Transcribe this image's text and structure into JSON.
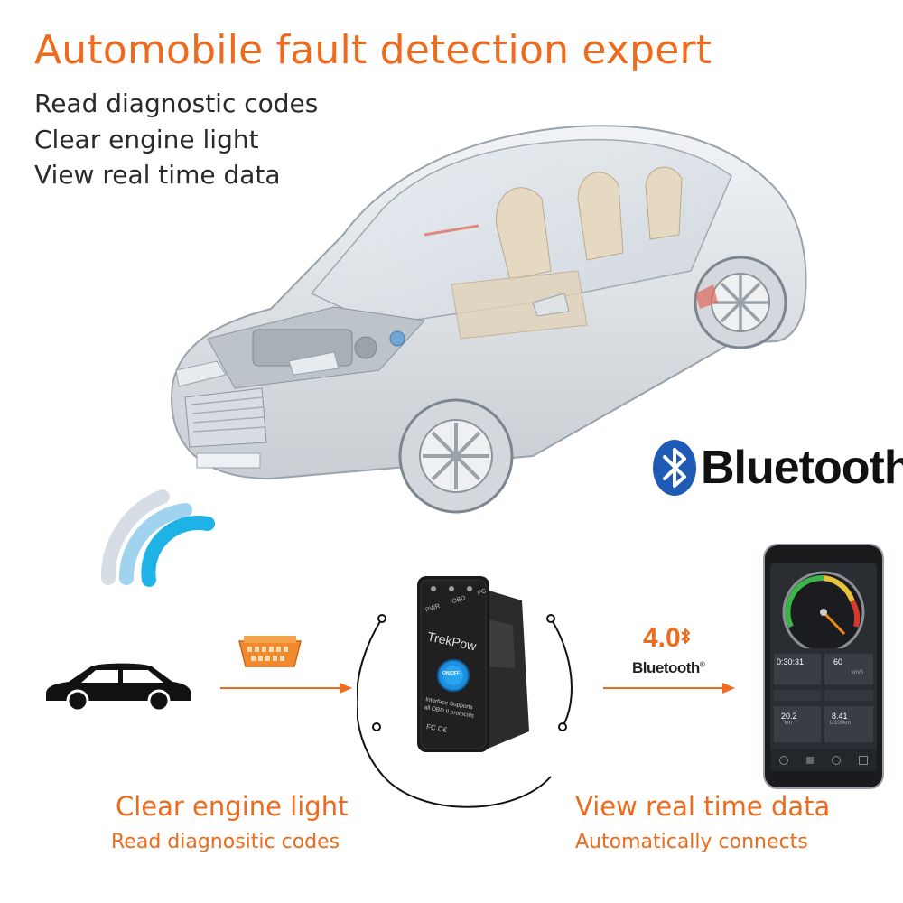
{
  "headline": "Automobile fault detection expert",
  "features": [
    "Read diagnostic codes",
    "Clear engine light",
    "View real time data"
  ],
  "bluetooth_logo": {
    "word": "Bluetooth",
    "mark": "®"
  },
  "bluetooth40": {
    "version": "4.0",
    "word": "Bluetooth",
    "mark": "®"
  },
  "device": {
    "brand": "TrekPow",
    "button_label": "ON/OFF",
    "indicators": [
      "PWR",
      "OBD",
      "PC"
    ],
    "interface_text": [
      "Interface Supports",
      "all OBD II protocols"
    ],
    "cert": "FC  C€"
  },
  "phone": {
    "readouts": [
      "0:30:31",
      "60",
      "20.2",
      "8.41"
    ],
    "units": [
      "km/h",
      "km",
      "L/100km"
    ]
  },
  "captions": {
    "left": {
      "main": "Clear engine light",
      "sub": "Read diagnositic codes"
    },
    "right": {
      "main": "View real time data",
      "sub": "Automatically connects"
    }
  },
  "colors": {
    "accent": "#ee6a1c",
    "wave": "#1fb2e6",
    "bluetooth_blue": "#1f5bb5",
    "device_button": "#1c8fe0"
  },
  "icons": [
    "bluetooth-icon",
    "signal-wave-icon",
    "car-icon",
    "obd-port-icon",
    "arrow-icon"
  ]
}
